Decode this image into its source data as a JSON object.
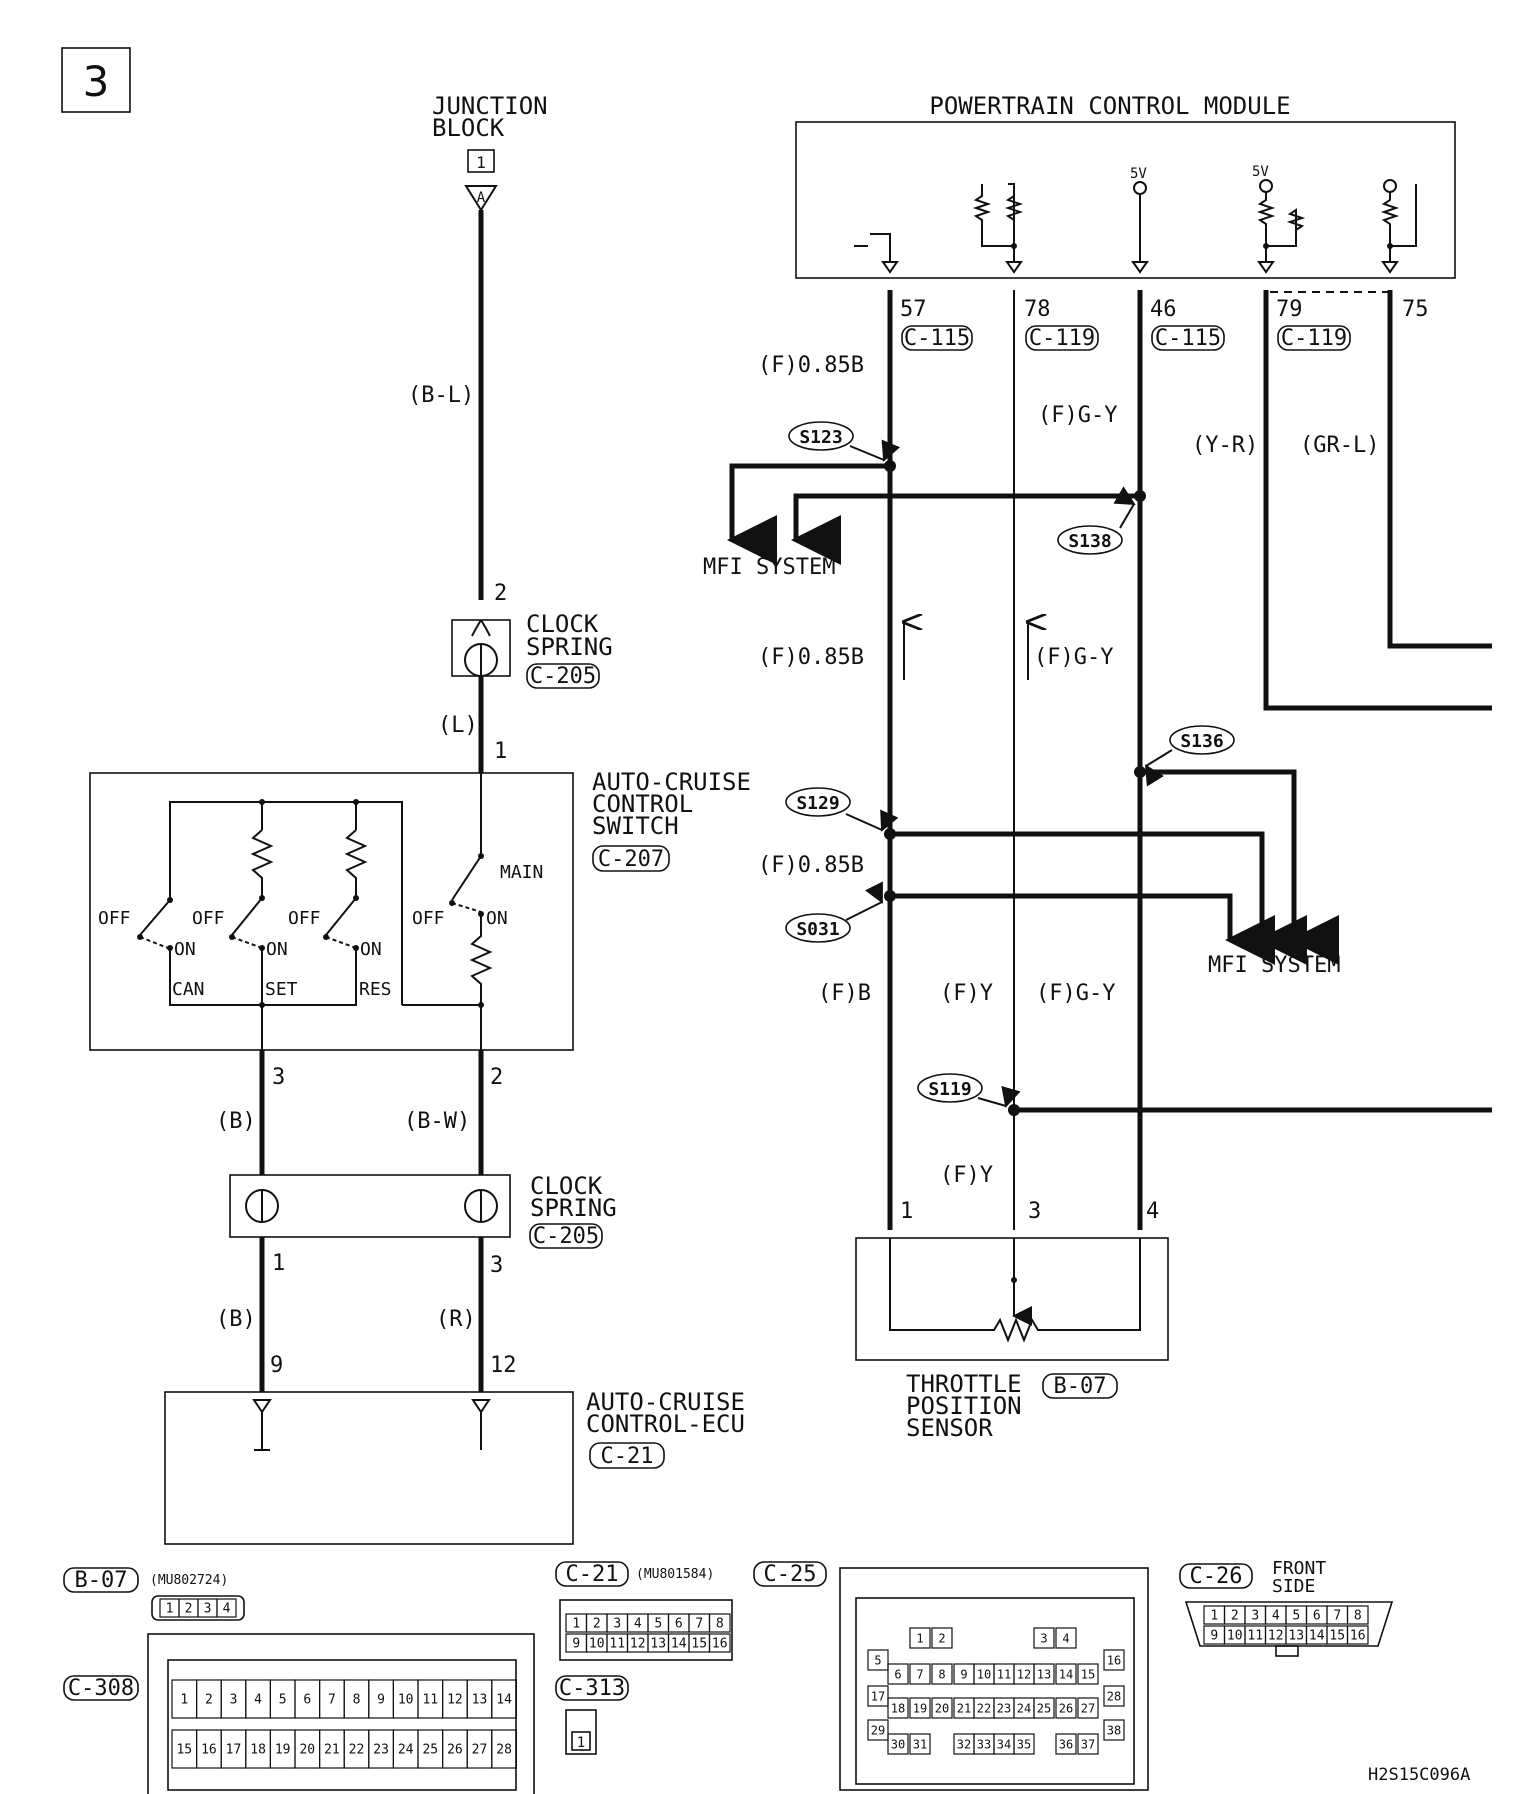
{
  "page_number": "3",
  "figure_code": "H2S15C096A",
  "junction_block": {
    "title": [
      "JUNCTION",
      "BLOCK"
    ],
    "number": "1",
    "terminal": "A",
    "wire_color": "(B-L)"
  },
  "pcm": {
    "title": "POWERTRAIN CONTROL MODULE",
    "voltages": [
      "5V",
      "5V"
    ],
    "pins": [
      {
        "pin": "57",
        "connector": "C-115"
      },
      {
        "pin": "78",
        "connector": "C-119"
      },
      {
        "pin": "46",
        "connector": "C-115"
      },
      {
        "pin": "79",
        "connector": "C-119"
      },
      {
        "pin": "75",
        "connector": ""
      }
    ]
  },
  "clock_spring_top": {
    "title": [
      "CLOCK",
      "SPRING"
    ],
    "connector": "C-205",
    "pin_in": "2",
    "pin_out": "1",
    "wire_color": "(L)"
  },
  "auto_cruise_switch": {
    "title": [
      "AUTO-CRUISE",
      "CONTROL",
      "SWITCH"
    ],
    "connector": "C-207",
    "switch_labels": [
      "CAN",
      "SET",
      "RES",
      "MAIN"
    ],
    "off_label": "OFF",
    "on_label": "ON",
    "pins_out": [
      "3",
      "2"
    ],
    "wire_colors": [
      "(B)",
      "(B-W)"
    ]
  },
  "clock_spring_bottom": {
    "title": [
      "CLOCK",
      "SPRING"
    ],
    "connector": "C-205",
    "pins": [
      "1",
      "3"
    ],
    "wire_colors": [
      "(B)",
      "(R)"
    ]
  },
  "auto_cruise_ecu": {
    "title": [
      "AUTO-CRUISE",
      "CONTROL-ECU"
    ],
    "connector": "C-21",
    "pins": [
      "9",
      "12"
    ]
  },
  "splices": [
    "S123",
    "S138",
    "S136",
    "S129",
    "S031",
    "S119"
  ],
  "wire_labels": {
    "w057_top": "(F)0.85B",
    "w057_mid": "(F)0.85B",
    "w057_low": "(F)0.85B",
    "w046_top": "(F)G-Y",
    "w046_mid": "(F)G-Y",
    "w046_low": "(F)G-Y",
    "w079": "(Y-R)",
    "w075": "(GR-L)",
    "tps_pin1": "(F)B",
    "tps_pin3a": "(F)Y",
    "tps_pin3b": "(F)Y"
  },
  "mfi_system": "MFI SYSTEM",
  "tps": {
    "title": [
      "THROTTLE",
      "POSITION",
      "SENSOR"
    ],
    "connector": "B-07",
    "pins": [
      "1",
      "3",
      "4"
    ]
  },
  "connectors": {
    "b07": {
      "id": "B-07",
      "part": "(MU802724)",
      "pins": [
        "1",
        "2",
        "3",
        "4"
      ]
    },
    "c308": {
      "id": "C-308",
      "row1": [
        "1",
        "2",
        "3",
        "4",
        "5",
        "6",
        "7",
        "8",
        "9",
        "10",
        "11",
        "12",
        "13",
        "14"
      ],
      "row2": [
        "15",
        "16",
        "17",
        "18",
        "19",
        "20",
        "21",
        "22",
        "23",
        "24",
        "25",
        "26",
        "27",
        "28"
      ]
    },
    "c21": {
      "id": "C-21",
      "part": "(MU801584)",
      "row1": [
        "1",
        "2",
        "3",
        "4",
        "5",
        "6",
        "7",
        "8"
      ],
      "row2": [
        "9",
        "10",
        "11",
        "12",
        "13",
        "14",
        "15",
        "16"
      ]
    },
    "c313": {
      "id": "C-313",
      "pin": "1"
    },
    "c25": {
      "id": "C-25",
      "pins": [
        "1",
        "2",
        "3",
        "4",
        "5",
        "6",
        "7",
        "8",
        "9",
        "10",
        "11",
        "12",
        "13",
        "14",
        "15",
        "16",
        "17",
        "18",
        "19",
        "20",
        "21",
        "22",
        "23",
        "24",
        "25",
        "26",
        "27",
        "28",
        "29",
        "30",
        "31",
        "32",
        "33",
        "34",
        "35",
        "36",
        "37",
        "38"
      ]
    },
    "c26": {
      "id": "C-26",
      "side": [
        "FRONT",
        "SIDE"
      ],
      "row1": [
        "1",
        "2",
        "3",
        "4",
        "5",
        "6",
        "7",
        "8"
      ],
      "row2": [
        "9",
        "10",
        "11",
        "12",
        "13",
        "14",
        "15",
        "16"
      ]
    }
  }
}
